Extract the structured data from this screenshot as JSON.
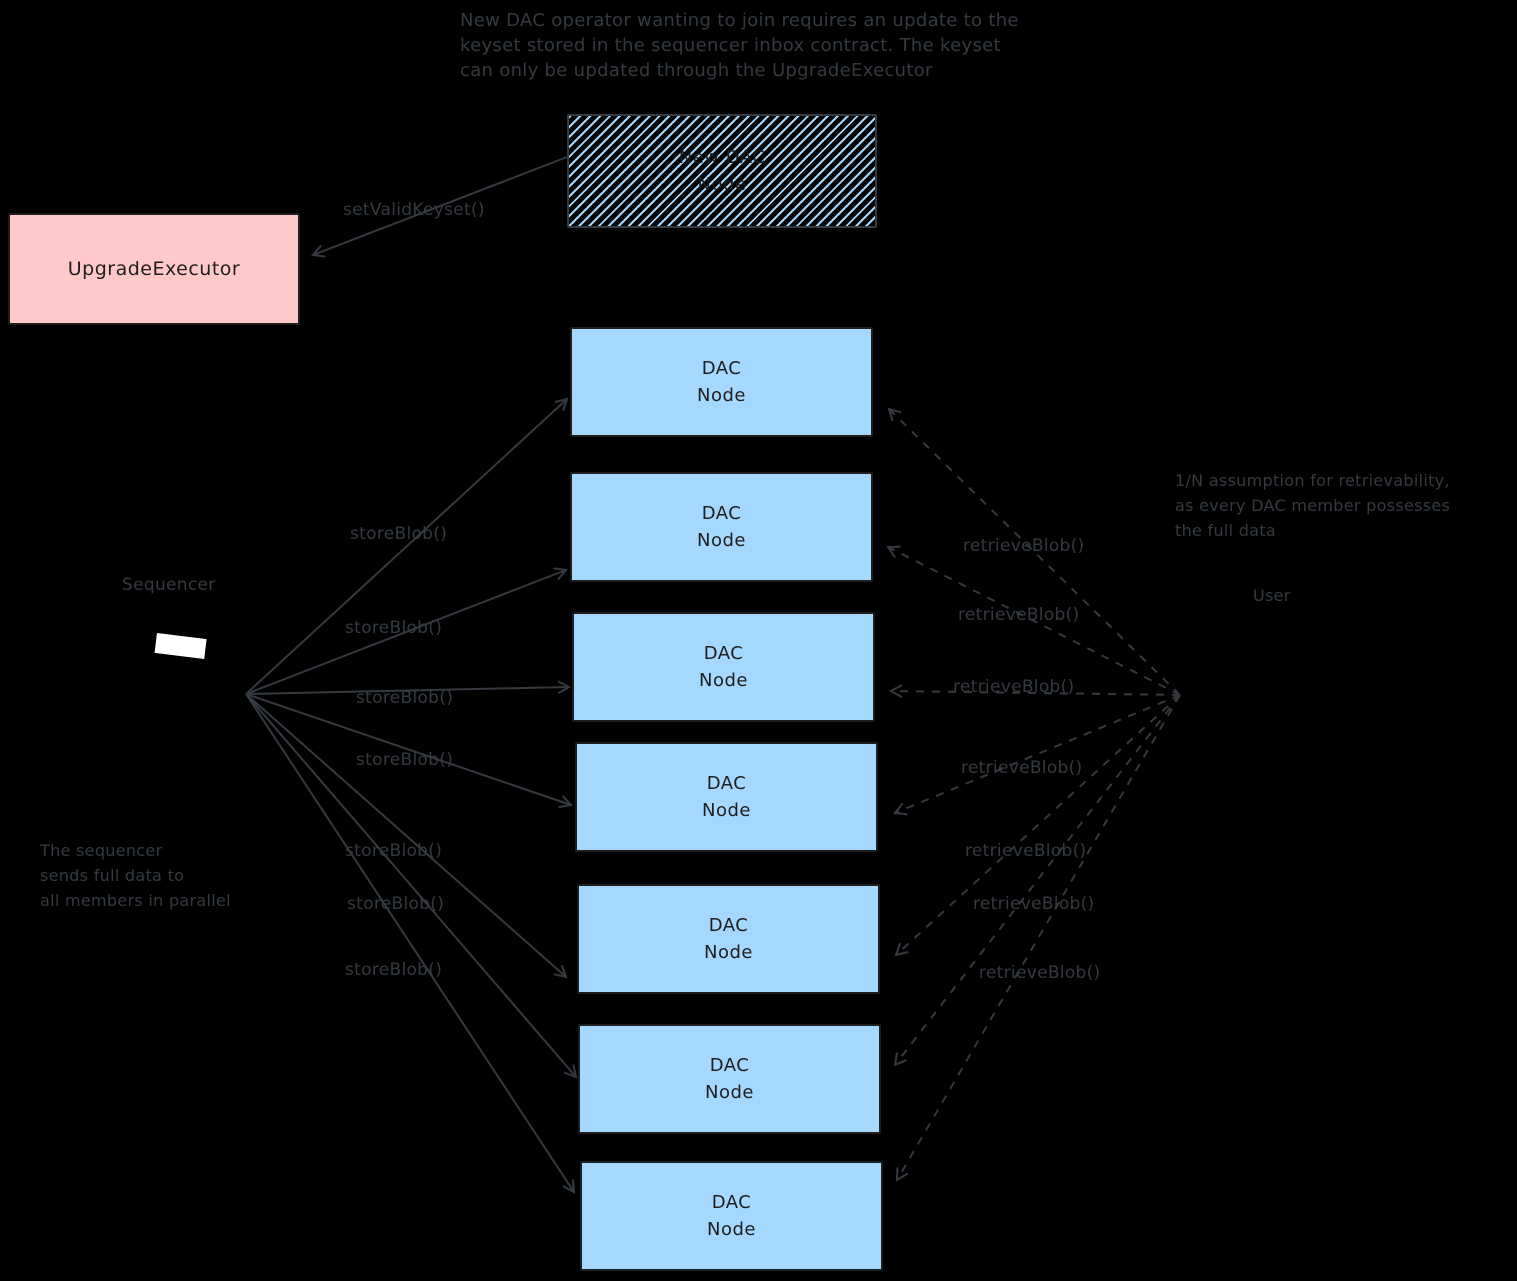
{
  "colors": {
    "background": "#000000",
    "dac_node_fill": "#a5d8ff",
    "upgrade_executor_fill": "#ffc9c9",
    "box_stroke": "#1e1e1e",
    "box_text": "#1e1e1e",
    "annotation_text": "#343a40",
    "arrow_stroke": "#343a40",
    "hatch_stripe": "#a5d8ff",
    "sequencer_icon": "#ffffff"
  },
  "notes": {
    "top": [
      "New DAC operator wanting to join requires an update to the",
      "keyset stored in the sequencer inbox contract. The keyset",
      "can only be updated through the UpgradeExecutor"
    ],
    "sequencer": [
      "The sequencer",
      "sends full data to",
      "all members in parallel"
    ],
    "retrievability": [
      "1/N assumption for retrievability,",
      "as every DAC member possesses",
      "the full data"
    ]
  },
  "labels": {
    "sequencer": "Sequencer",
    "user": "User",
    "set_valid_keyset": "setValidKeyset()",
    "store_blob": "storeBlob()",
    "retrieve_blob": "retrieveBlob()"
  },
  "nodes": {
    "upgrade_executor": "UpgradeExecutor",
    "new_dac_node": [
      "New DAC",
      "Node"
    ],
    "dac_node": [
      "DAC",
      "Node"
    ],
    "dac_node_count": 7
  }
}
